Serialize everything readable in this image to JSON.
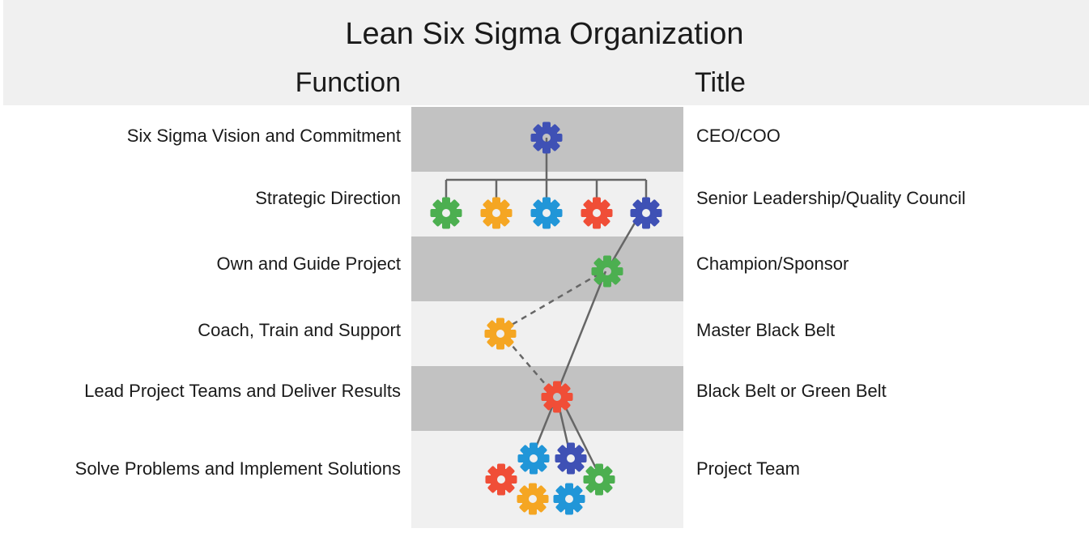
{
  "header": {
    "title": "Lean Six Sigma Organization",
    "function_label": "Function",
    "title_label": "Title"
  },
  "rows": [
    {
      "function": "Six Sigma Vision and Commitment",
      "title": "CEO/COO"
    },
    {
      "function": "Strategic Direction",
      "title": "Senior Leadership/Quality Council"
    },
    {
      "function": "Own and Guide Project",
      "title": "Champion/Sponsor"
    },
    {
      "function": "Coach, Train and Support",
      "title": "Master Black Belt"
    },
    {
      "function": "Lead Project Teams and Deliver Results",
      "title": "Black Belt or Green Belt"
    },
    {
      "function": "Solve Problems and Implement Solutions",
      "title": "Project Team"
    }
  ],
  "colors": {
    "blue_dark": "#3f51b5",
    "green": "#4caf50",
    "orange": "#f5a623",
    "cyan": "#2196d8",
    "red": "#f04e37",
    "band_dark": "#c2c2c2",
    "band_light": "#f0f0f0",
    "connector": "#666666"
  },
  "icons": {
    "role_node": "gear-icon"
  }
}
